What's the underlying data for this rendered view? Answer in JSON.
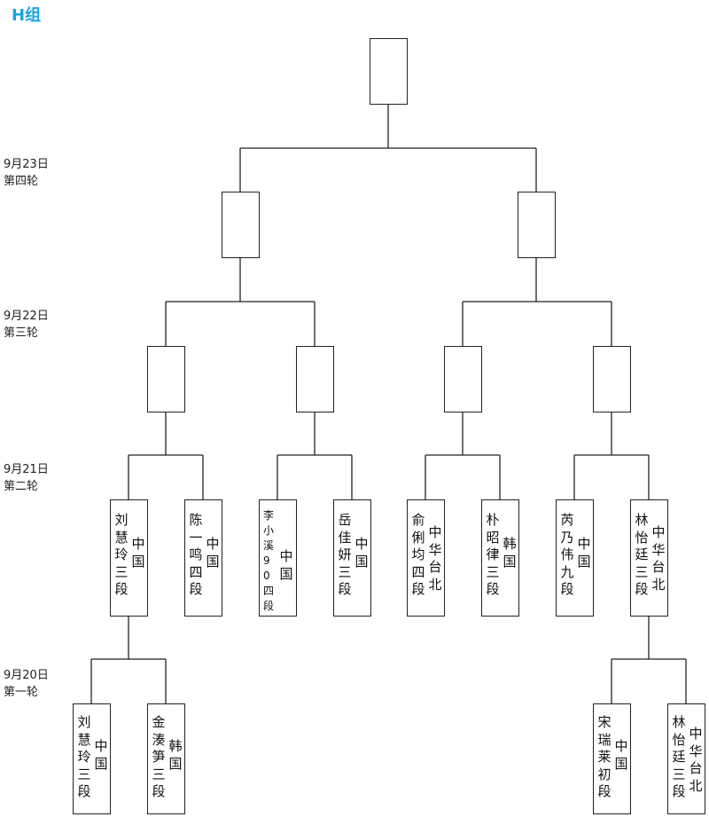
{
  "title": "H组",
  "rounds": [
    {
      "date": "9月23日",
      "name": "第四轮"
    },
    {
      "date": "9月22日",
      "name": "第三轮"
    },
    {
      "date": "9月21日",
      "name": "第二轮"
    },
    {
      "date": "9月20日",
      "name": "第一轮"
    }
  ],
  "round2_players": [
    {
      "name": "刘慧玲",
      "rank": "三段",
      "country": "中国"
    },
    {
      "name": "陈一鸣",
      "rank": "四段",
      "country": "中国"
    },
    {
      "name": "李小溪",
      "rank": "90四段",
      "country": "中国"
    },
    {
      "name": "岳佳妍",
      "rank": "三段",
      "country": "中国"
    },
    {
      "name": "俞俐均",
      "rank": "四段",
      "country": "中华台北"
    },
    {
      "name": "朴昭律",
      "rank": "三段",
      "country": "韩国"
    },
    {
      "name": "芮乃伟",
      "rank": "九段",
      "country": "中国"
    },
    {
      "name": "林怡廷",
      "rank": "三段",
      "country": "中华台北"
    }
  ],
  "round1_players": [
    {
      "name": "刘慧玲",
      "rank": "三段",
      "country": "中国"
    },
    {
      "name": "金湊笋",
      "rank": "三段",
      "country": "韩国"
    },
    {
      "name": "宋瑞莱",
      "rank": "初段",
      "country": "中国"
    },
    {
      "name": "林怡廷",
      "rank": "三段",
      "country": "中华台北"
    }
  ]
}
